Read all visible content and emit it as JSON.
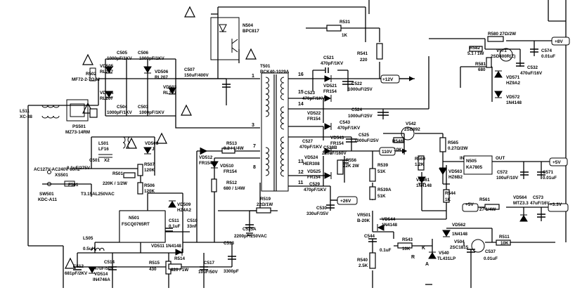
{
  "labels": {
    "n504": "N504",
    "bpc817": "BPC817",
    "r531": "R531",
    "r531v": "1K",
    "r541": "R541",
    "r541v": "220",
    "r580": "R580 27Ω/2W",
    "out8": "+8V",
    "r582": "R582",
    "r582v": "5.1 / 1W",
    "v571": "V571",
    "v571v": "2SD400R(Z)",
    "r581": "R581",
    "r581v": "680",
    "c574": "C574",
    "c574v": "0.01uF",
    "c532": "C532",
    "c532v": "470uF/16V",
    "vd571": "VD571",
    "vd571v": "HZ9A2",
    "vd572": "VD572",
    "vd572v": "1N4148",
    "t501": "T501",
    "t501v": "BCK40-1029A",
    "c521": "C521",
    "c521v": "470pF/1KV",
    "vd521": "VD521",
    "vd521v": "FR154",
    "c522": "C522",
    "c522v": "1000uF/25V",
    "out12": "+12V",
    "c523": "C523",
    "c523v": "470pF/1KV",
    "c524": "C524",
    "c524v": "1000uF/25V",
    "vd522": "VD522",
    "vd522v": "FR154",
    "c543": "C543",
    "c543v": "470pF/1KV",
    "v542": "V542",
    "v542v": "2SB892",
    "vd543": "VD543",
    "vd543v": "FR154",
    "c525": "C525",
    "c525v": "1000uF/25V",
    "c527": "C527",
    "c527v": "470pF/1KV",
    "c528b": "C528B",
    "c528bv": "220uF/160V",
    "r548": "R548",
    "r548v": "10K",
    "r565": "R565",
    "r565v": "0.27Ω/2W",
    "out110": "110V",
    "vd524": "VD524",
    "vd524v": "HER308",
    "r556": "R556",
    "r556v": "22K 2W",
    "r560": "R560",
    "r560v": "1.2K",
    "n505": "N505",
    "n505v": "KA7805",
    "inl": "IN",
    "outl": "OUT",
    "out5": "+5V",
    "vd563": "VD563",
    "vd563v": "HZ6B2",
    "c572": "C572",
    "c572v": "100uF/10V",
    "c571": "C571",
    "c571v": "0.01uF",
    "r539": "R539",
    "r539v": "51K",
    "vd561": "VD561",
    "vd561v": "1N4148",
    "r544": "R544",
    "r544v": "1K",
    "c529": "C529",
    "c529v": "470pF/1KV",
    "vd525": "VD525",
    "vd525v": "FR154",
    "out26": "+26V",
    "r539a": "R539A",
    "r539av": "51K",
    "c530": "C530",
    "c530v": "330uF/35V",
    "r561": "R561",
    "r561v": "27 1/4W",
    "in5b": "+5V",
    "out33": "+3.3V",
    "vd564": "VD564",
    "vd564v": "MTZ3.3",
    "c573": "C573",
    "c573v": "47uF/16V",
    "vr501": "VR501",
    "vr501v": "B-20K",
    "vd544": "VD544",
    "vd544v": "1N4148",
    "vd562": "VD562",
    "vd562v": "1N4148",
    "c544": "C544",
    "c544v": "0.1uF",
    "r543": "R543",
    "r543v": "10K",
    "r511": "R511",
    "r511v": "10K",
    "v504": "V504",
    "v504v": "2SC1815",
    "r540": "R540",
    "r540v": "2.5K",
    "v540": "V540",
    "v540v": "TL431LP",
    "c537": "C537",
    "c537v": "0.01uF",
    "pk": "K",
    "pr": "R",
    "pa": "A",
    "vd505": "VD505",
    "vd505v": "RL207",
    "c505": "C505",
    "c505v": "1000pF/1KV",
    "c506": "C506",
    "c506v": "1000pF/1KV",
    "vd506": "VD506",
    "vd506v": "RL207",
    "r502": "R502",
    "r502v": "MF72-2-7Ω-M",
    "c507": "C507",
    "c507v": "150uF/400V",
    "vd504": "VD504",
    "vd504v": "RL207",
    "vd503": "VD503",
    "vd503v": "RL207",
    "c504": "C504",
    "c504v": "1000pF/1KV",
    "c503": "C503",
    "c503v": "1000pF/1KV",
    "l511": "L511",
    "l511v": "XC-38",
    "ps501": "PS501",
    "ps501v": "MZ73-14RM",
    "l501": "L501",
    "l501v": "LF16",
    "vd508": "VD508",
    "vd508j": "J",
    "c501": "C501",
    "c501a": "0.1uF/275V",
    "c501b": "X2",
    "r507": "R507",
    "r507v": "120K",
    "r501": "R501",
    "r501v": "220K / 1/2W",
    "r506": "R506",
    "r506v": "120K",
    "acin": "AC127V-AC240V  60Hz",
    "xs501": "XS501",
    "f501": "F501",
    "f501v": "T3.15AL250VAC",
    "sw501": "SW501",
    "sw501v": "KDC-A11",
    "r513": "R513",
    "r513v": "8.2 / 1/4W",
    "vd512": "VD512",
    "vd512v": "FR154",
    "vd510": "VD510",
    "vd510v": "FR154",
    "r512": "R512",
    "r512v": "680 / 1/4W",
    "vd509": "VD509",
    "vd509v": "HZ4A2",
    "c511": "C511",
    "c511v": "0.1uF",
    "c510": "C510",
    "c510v": "33nF",
    "r519": "R519",
    "r519v": "22Ω/1W",
    "n501": "N501",
    "n501v": "FSCQ0765RT",
    "c535a": "C535A",
    "c535av": "2200pF/250VAC",
    "l505": "L505",
    "l505v": "0.5uH",
    "vd511": "VD511 1N4148",
    "c513": "C513",
    "c513v": "3300pF",
    "c512": "C512",
    "c512v": "681pF/2KV",
    "c514": "C514",
    "c514v": "47uF/50V",
    "r515": "R515",
    "r515v": "430",
    "r514": "R514",
    "r514v": "820 / 1W",
    "c517": "C517",
    "c517v": "10uF/50V",
    "vd514": "VD514",
    "vd514v": "IN4746A",
    "p1": "1",
    "p16": "16",
    "p15": "15",
    "p14": "14",
    "p3": "3",
    "p7": "7",
    "p8": "8",
    "p13": "13",
    "p12": "12",
    "p11": "11"
  }
}
